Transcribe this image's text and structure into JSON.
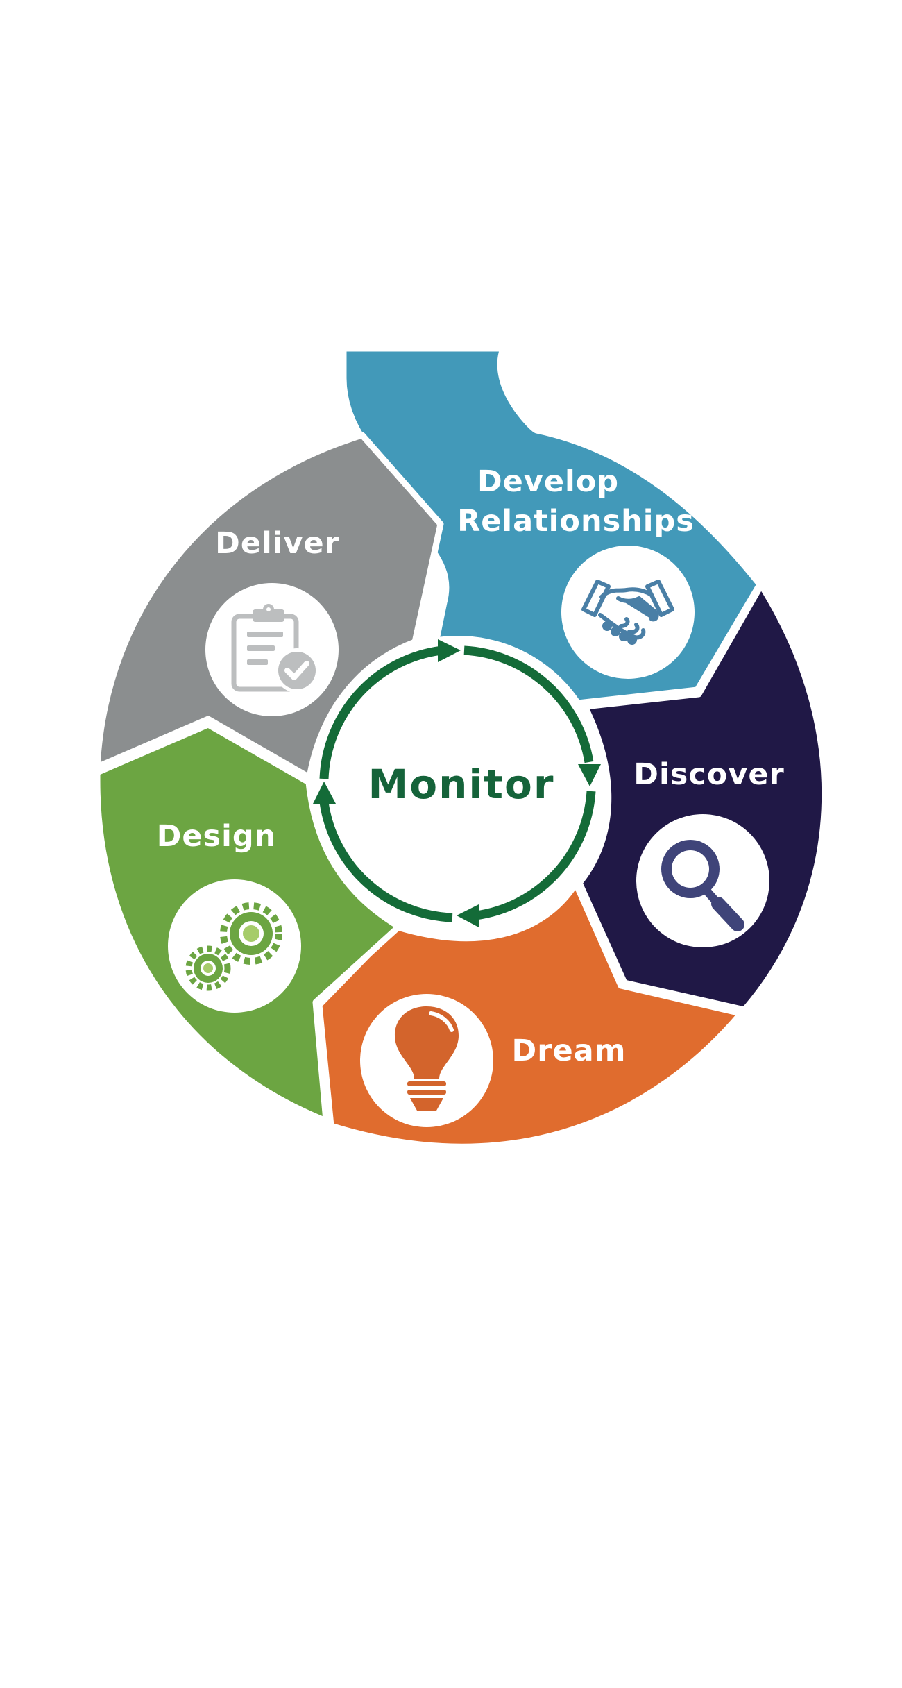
{
  "center": {
    "label": "Monitor"
  },
  "segments": {
    "develop": {
      "label_line1": "Develop",
      "label_line2": "Relationships",
      "icon": "handshake-icon"
    },
    "discover": {
      "label": "Discover",
      "icon": "magnifier-icon"
    },
    "dream": {
      "label": "Dream",
      "icon": "lightbulb-icon"
    },
    "design": {
      "label": "Design",
      "icon": "gears-icon"
    },
    "deliver": {
      "label": "Deliver",
      "icon": "clipboard-check-icon"
    }
  },
  "colors": {
    "develop": "#4299b9",
    "discover": "#201846",
    "dream": "#e06c2e",
    "design": "#6ca542",
    "deliver": "#8b8e8f",
    "center_text": "#15633a",
    "cycle_arrows": "#146b38"
  }
}
